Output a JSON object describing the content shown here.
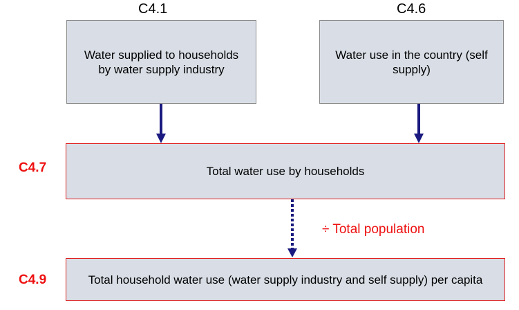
{
  "top_left": {
    "code": "C4.1",
    "text": "Water supplied to households by water supply industry"
  },
  "top_right": {
    "code": "C4.6",
    "text": "Water use in the country (self supply)"
  },
  "middle": {
    "code": "C4.7",
    "text": "Total water use by households"
  },
  "operation": "÷ Total population",
  "bottom": {
    "code": "C4.9",
    "text": "Total household water use (water supply industry and self supply) per capita"
  },
  "colors": {
    "box_fill": "#d9dee6",
    "arrow": "#1a1a80",
    "highlight": "#ee1111"
  }
}
